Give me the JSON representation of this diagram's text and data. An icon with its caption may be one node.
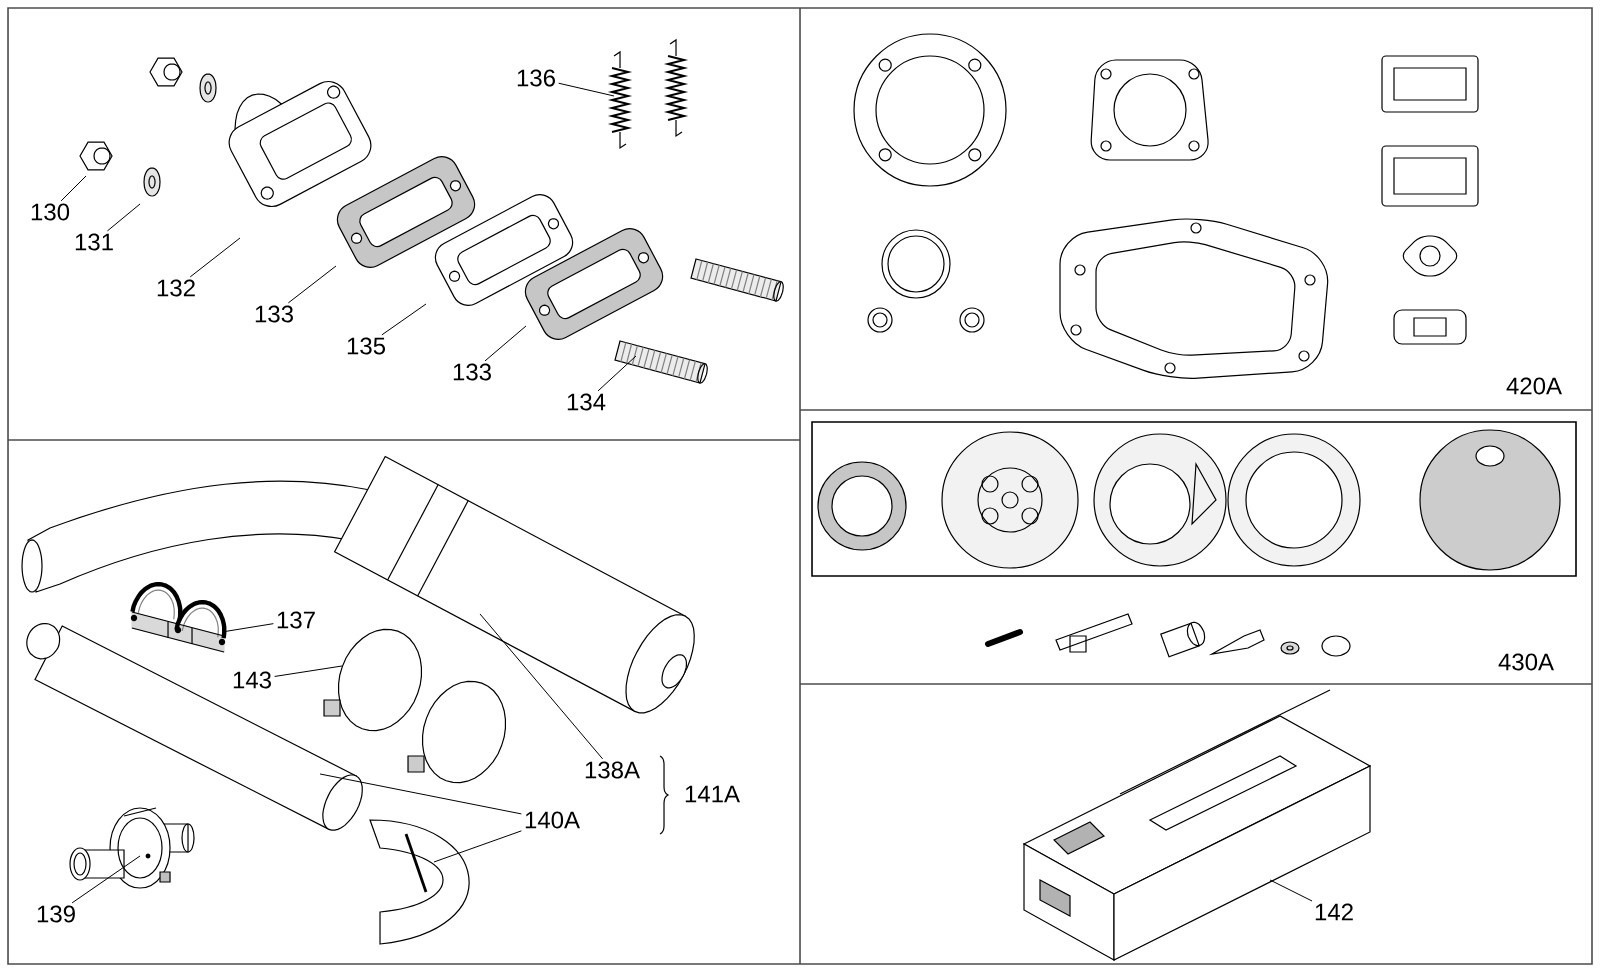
{
  "diagram": {
    "nodes": [
      {
        "text": [
          "130"
        ]
      },
      {
        "text": [
          "131"
        ]
      },
      {
        "text": [
          "132"
        ]
      },
      {
        "text": [
          "133"
        ]
      },
      {
        "text": [
          "135"
        ]
      },
      {
        "text": [
          "133"
        ]
      },
      {
        "text": [
          "134"
        ]
      },
      {
        "text": [
          "136"
        ]
      },
      {
        "text": [
          "137"
        ]
      },
      {
        "text": [
          "143"
        ]
      },
      {
        "text": [
          "138A"
        ]
      },
      {
        "text": [
          "140A"
        ]
      },
      {
        "text": [
          "139"
        ]
      },
      {
        "text": [
          "142"
        ]
      },
      {
        "text": [],
        "shape": "picture"
      },
      {
        "text": [],
        "shape": "picture"
      },
      {
        "text": [],
        "shape": "picture"
      },
      {
        "text": [],
        "shape": "picture"
      },
      {
        "text": [],
        "shape": "picture"
      },
      {
        "text": [],
        "shape": "picture"
      }
    ],
    "edges": [
      {
        "from": 0,
        "to": null,
        "arrow": "none"
      },
      {
        "from": 1,
        "to": null,
        "arrow": "none"
      },
      {
        "from": 2,
        "to": null,
        "arrow": "none"
      },
      {
        "from": 3,
        "to": null,
        "arrow": "none"
      },
      {
        "from": 4,
        "to": null,
        "arrow": "none"
      },
      {
        "from": 5,
        "to": null,
        "arrow": "none"
      },
      {
        "from": 6,
        "to": null,
        "arrow": "none"
      },
      {
        "from": 7,
        "to": null,
        "arrow": "none"
      },
      {
        "from": 8,
        "to": 14,
        "arrow": "none"
      },
      {
        "from": 9,
        "to": 15,
        "arrow": "none"
      },
      {
        "from": 10,
        "to": 16,
        "arrow": "none"
      },
      {
        "from": 11,
        "to": 17,
        "arrow": "none"
      },
      {
        "from": 11,
        "to": 18,
        "arrow": "none"
      },
      {
        "from": 12,
        "to": 19,
        "arrow": "none"
      },
      {
        "from": 13,
        "to": null,
        "arrow": "none"
      }
    ],
    "labels": [
      "420A",
      "430A",
      "141A"
    ]
  }
}
